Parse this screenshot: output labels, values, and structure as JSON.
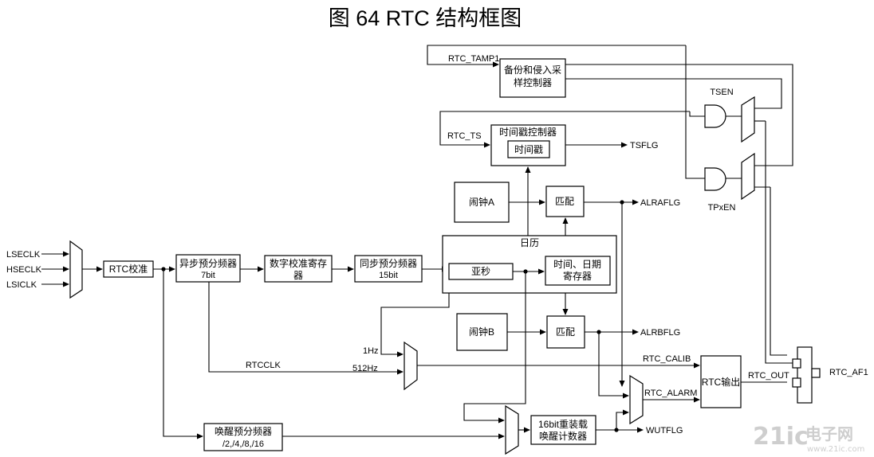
{
  "title": "图 64 RTC 结构框图",
  "inputs": {
    "lse": "LSECLK",
    "hse": "HSECLK",
    "lsi": "LSICLK"
  },
  "blocks": {
    "rtc_calib": "RTC校准",
    "async_prescaler": "异步预分频器",
    "async_bits": "7bit",
    "digital_calib_1": "数字校准寄存",
    "digital_calib_2": "器",
    "sync_prescaler": "同步预分频器",
    "sync_bits": "15bit",
    "calendar": "日历",
    "subsecond": "亚秒",
    "time_date_1": "时间、日期",
    "time_date_2": "寄存器",
    "alarm_a": "闹钟A",
    "alarm_b": "闹钟B",
    "match_a": "匹配",
    "match_b": "匹配",
    "timestamp_ctrl": "时间戳控制器",
    "timestamp": "时间戳",
    "backup_tamper_1": "备份和侵入采",
    "backup_tamper_2": "样控制器",
    "wakeup_prescaler": "唤醒预分频器",
    "wakeup_div": "/2,/4,/8,/16",
    "wakeup_counter_1": "16bit重装载",
    "wakeup_counter_2": "唤醒计数器",
    "rtc_output": "RTC输出"
  },
  "signals": {
    "rtc_tamp1": "RTC_TAMP1",
    "rtc_ts": "RTC_TS",
    "tsen": "TSEN",
    "tpxen": "TPxEN",
    "tsflg": "TSFLG",
    "alraflg": "ALRAFLG",
    "alrbflg": "ALRBFLG",
    "rtcclk": "RTCCLK",
    "hz1": "1Hz",
    "hz512": "512Hz",
    "rtc_calib_sig": "RTC_CALIB",
    "rtc_alarm": "RTC_ALARM",
    "wutflg": "WUTFLG",
    "rtc_out": "RTC_OUT",
    "rtc_af1": "RTC_AF1"
  },
  "watermark": {
    "brand": "21ic",
    "cn": "电子网",
    "url": "www.21ic.com"
  }
}
